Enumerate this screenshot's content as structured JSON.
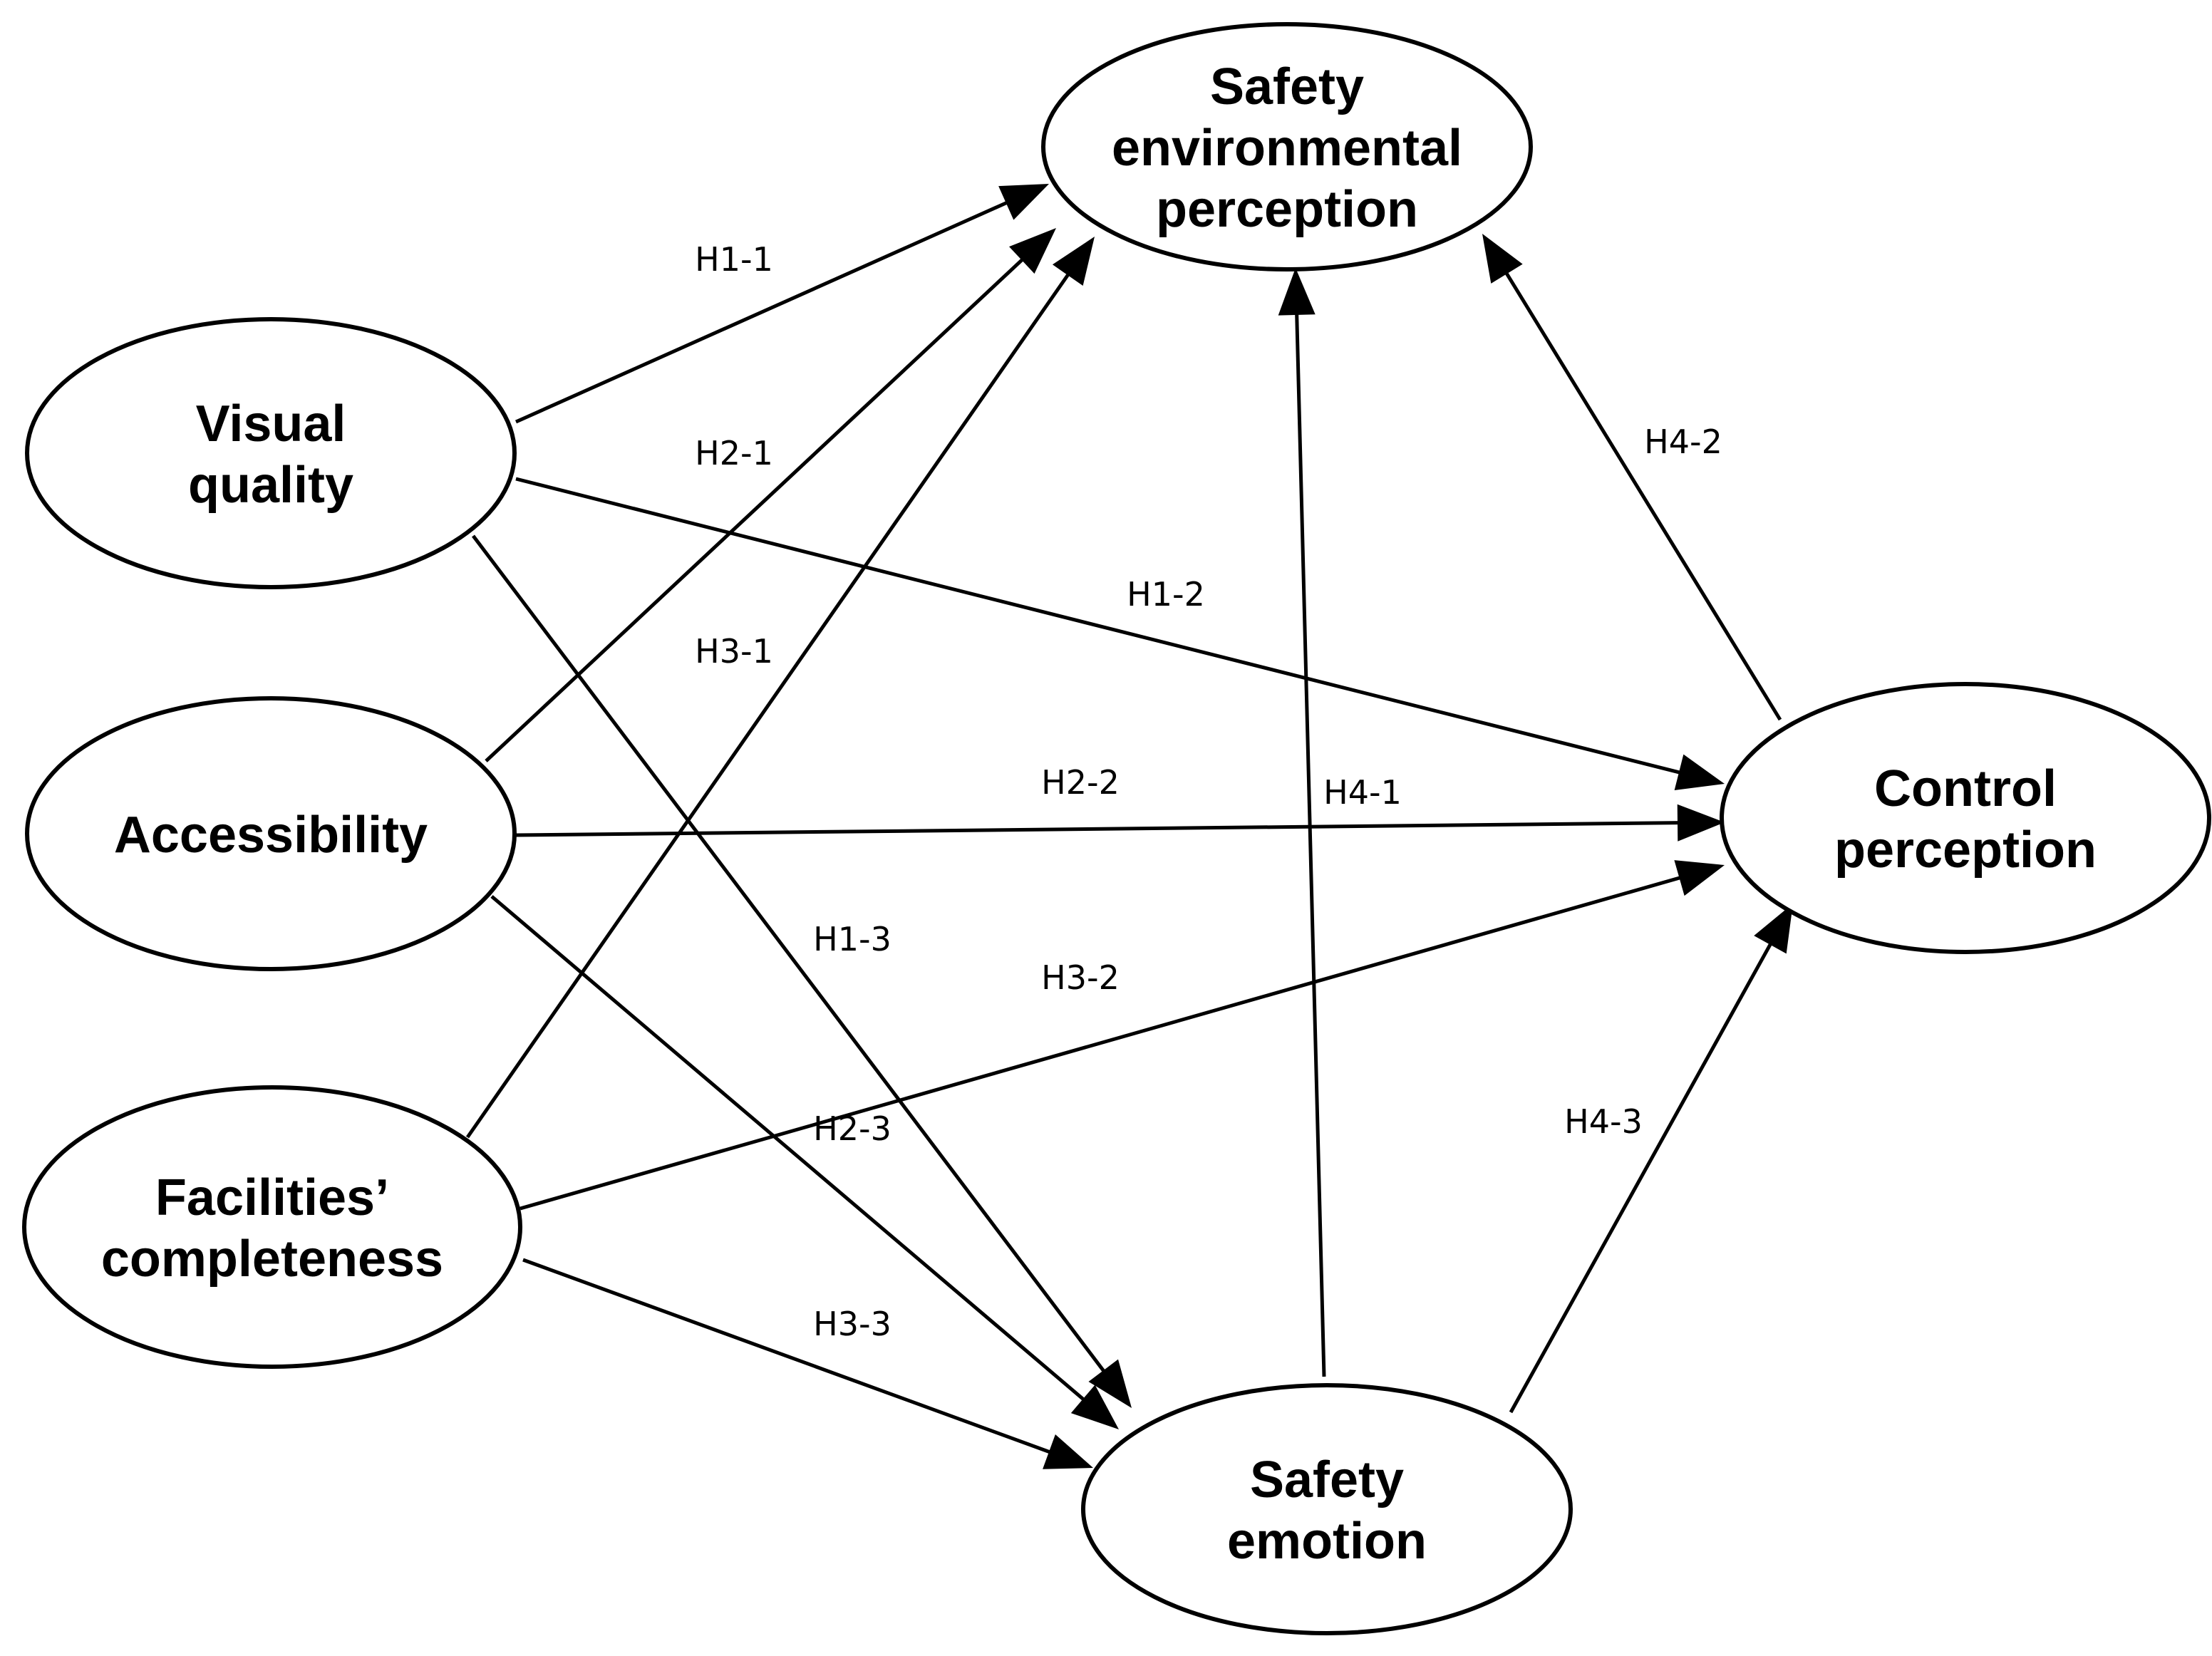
{
  "diagram": {
    "nodes": [
      {
        "id": "sep",
        "lines": [
          "Safety",
          "environmental",
          "perception"
        ]
      },
      {
        "id": "vq",
        "lines": [
          "Visual",
          "quality"
        ]
      },
      {
        "id": "acc",
        "lines": [
          "Accessibility"
        ]
      },
      {
        "id": "fc",
        "lines": [
          "Facilities’",
          "completeness"
        ]
      },
      {
        "id": "cp",
        "lines": [
          "Control",
          "perception"
        ]
      },
      {
        "id": "se",
        "lines": [
          "Safety",
          "emotion"
        ]
      }
    ],
    "edges": [
      {
        "id": "h1-1",
        "from": "vq",
        "to": "sep",
        "label": "H1-1"
      },
      {
        "id": "h2-1",
        "from": "acc",
        "to": "sep",
        "label": "H2-1"
      },
      {
        "id": "h3-1",
        "from": "fc",
        "to": "sep",
        "label": "H3-1"
      },
      {
        "id": "h1-2",
        "from": "vq",
        "to": "cp",
        "label": "H1-2"
      },
      {
        "id": "h2-2",
        "from": "acc",
        "to": "cp",
        "label": "H2-2"
      },
      {
        "id": "h3-2",
        "from": "fc",
        "to": "cp",
        "label": "H3-2"
      },
      {
        "id": "h1-3",
        "from": "vq",
        "to": "se",
        "label": "H1-3"
      },
      {
        "id": "h2-3",
        "from": "acc",
        "to": "se",
        "label": "H2-3"
      },
      {
        "id": "h3-3",
        "from": "fc",
        "to": "se",
        "label": "H3-3"
      },
      {
        "id": "h4-1",
        "from": "se",
        "to": "sep",
        "label": "H4-1"
      },
      {
        "id": "h4-2",
        "from": "cp",
        "to": "sep",
        "label": "H4-2"
      },
      {
        "id": "h4-3",
        "from": "se",
        "to": "cp",
        "label": "H4-3"
      }
    ]
  }
}
